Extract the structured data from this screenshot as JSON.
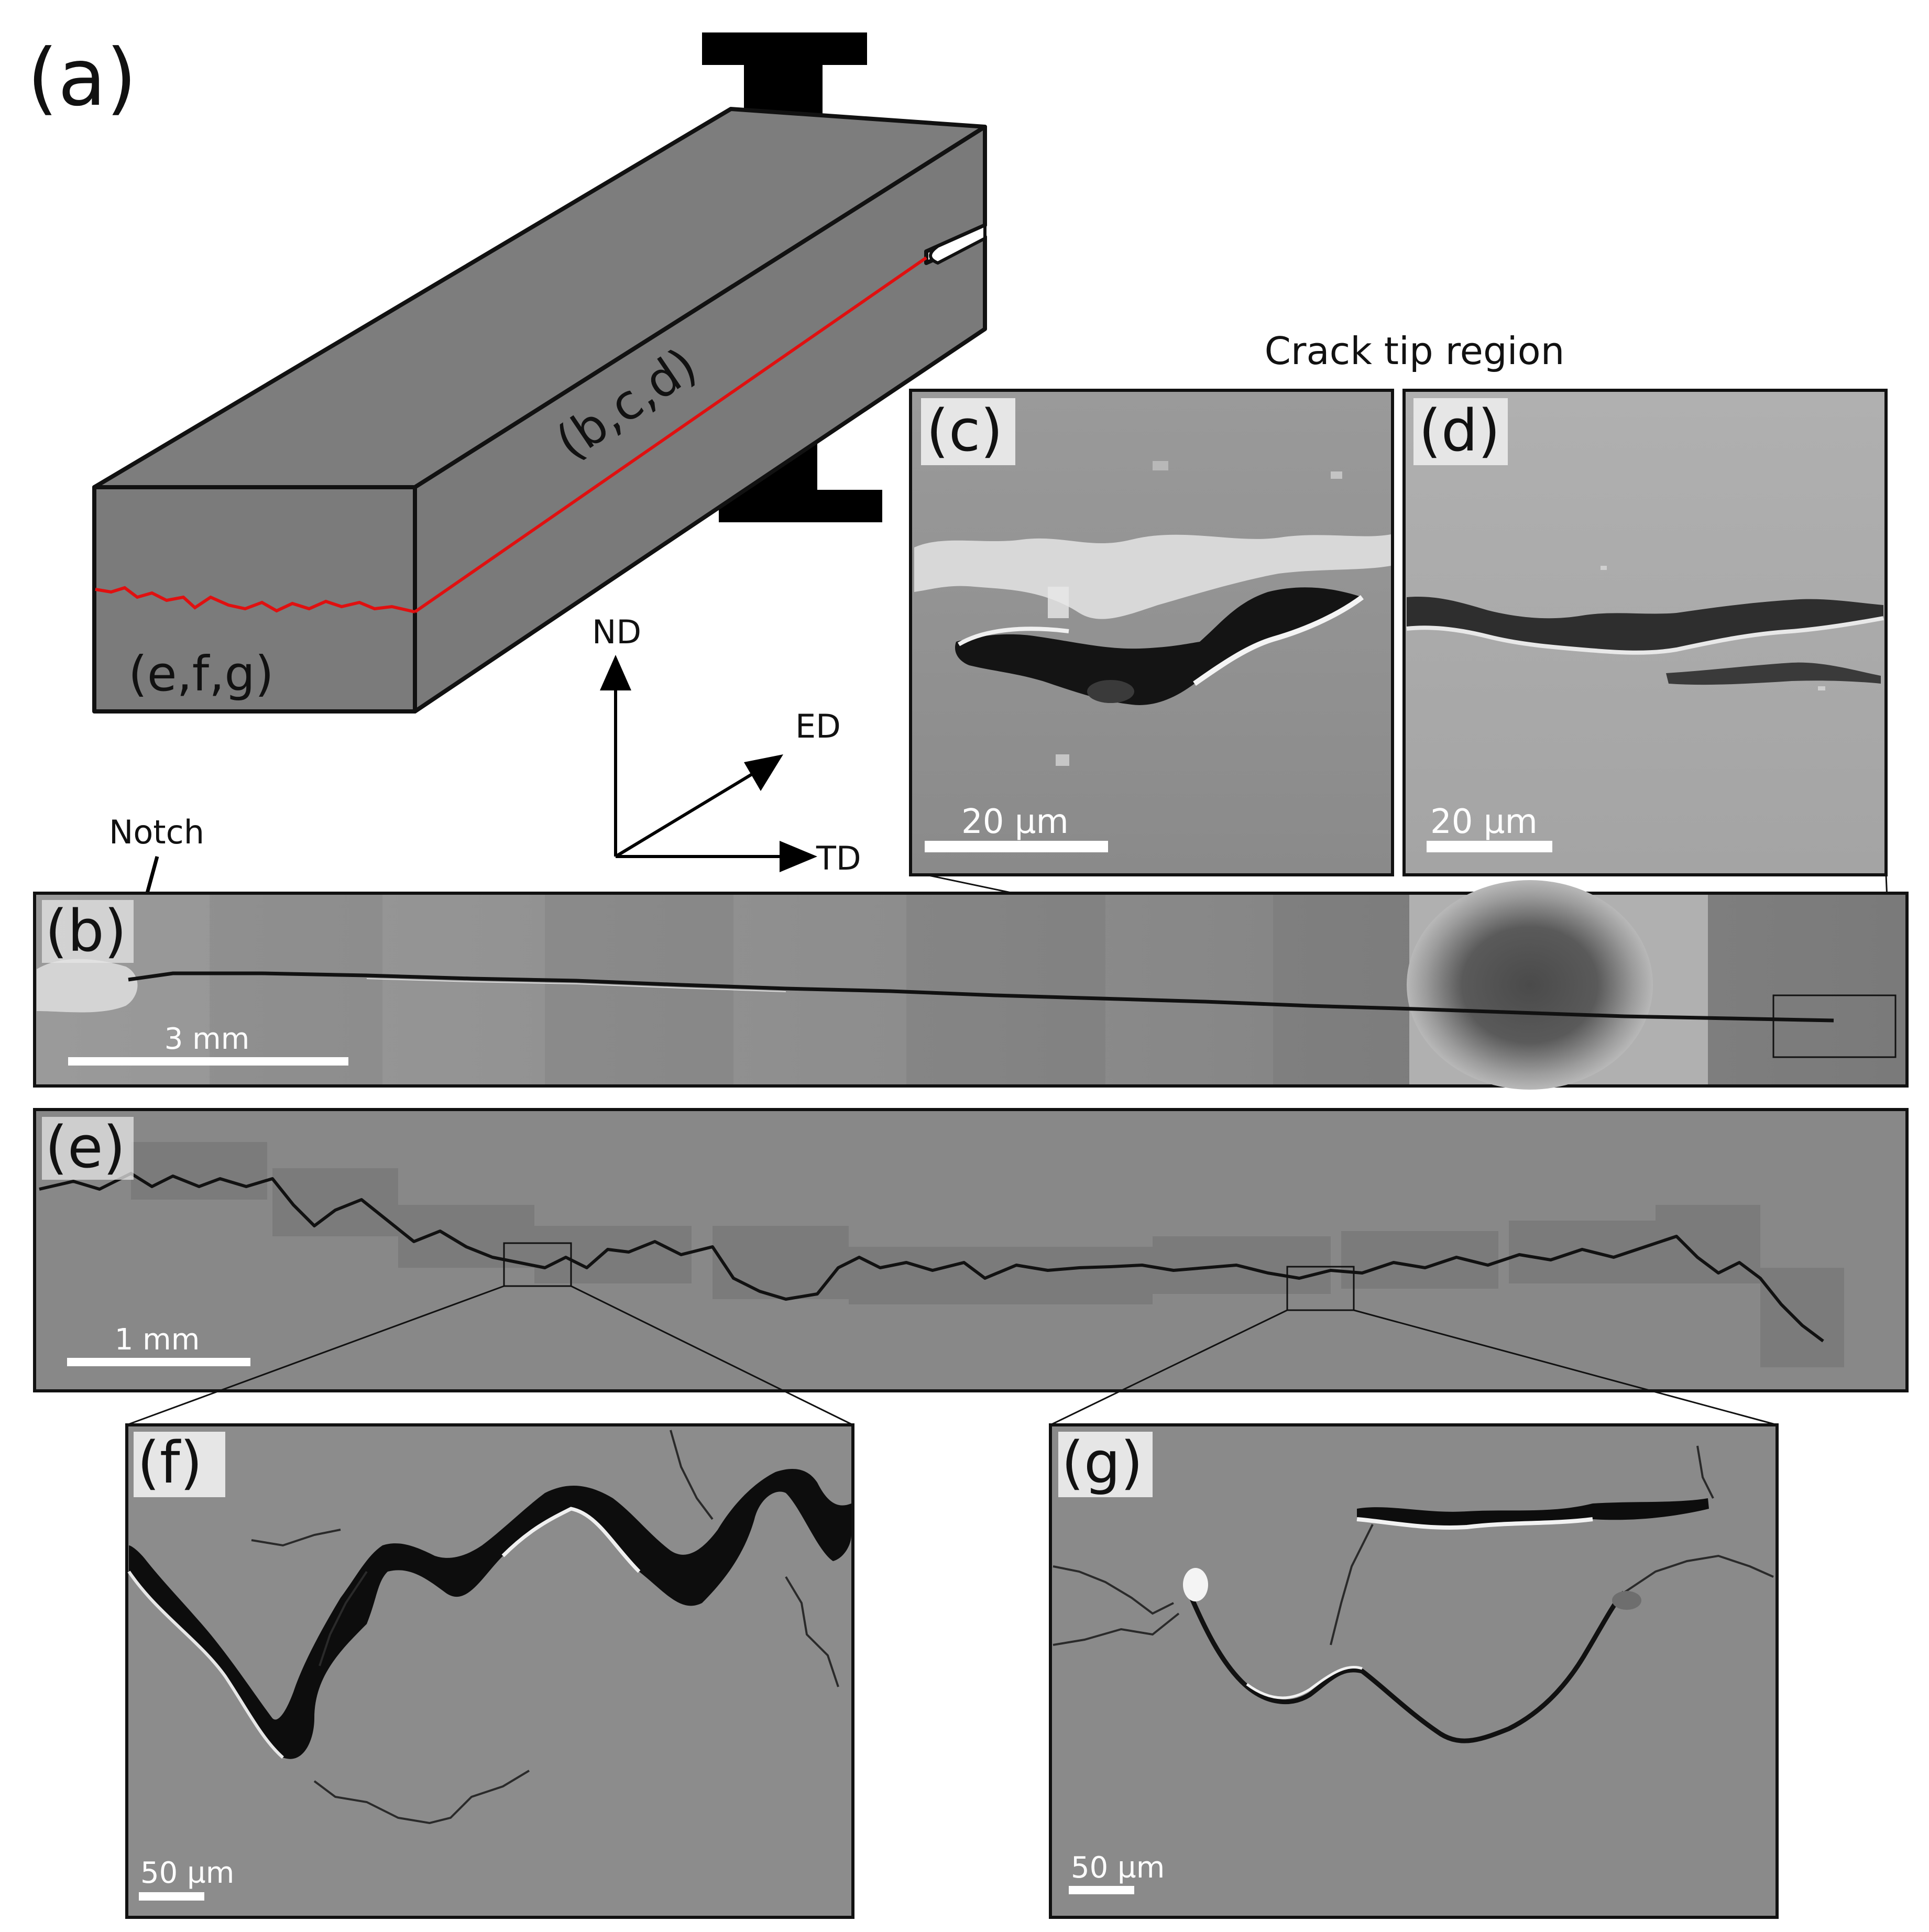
{
  "figure": {
    "panel_labels": {
      "a": "(a)",
      "b": "(b)",
      "c": "(c)",
      "d": "(d)",
      "e": "(e)",
      "f": "(f)",
      "g": "(g)"
    },
    "schematic": {
      "top_face_label": "(b,c,d)",
      "end_face_label": "(e,f,g)",
      "axes": {
        "nd": "ND",
        "ed": "ED",
        "td": "TD"
      },
      "notch_label": "Notch"
    },
    "crack_tip_title": "Crack tip region",
    "scale_bars": {
      "b": "3 mm",
      "c": "20 µm",
      "d": "20 µm",
      "e": "1 mm",
      "f": "50 µm",
      "g": "50 µm"
    },
    "colors": {
      "specimen_fill": "#7d7d7d",
      "crack_path": "#e01010",
      "sem_background": "#8a8a8a",
      "outline": "#111111"
    }
  }
}
